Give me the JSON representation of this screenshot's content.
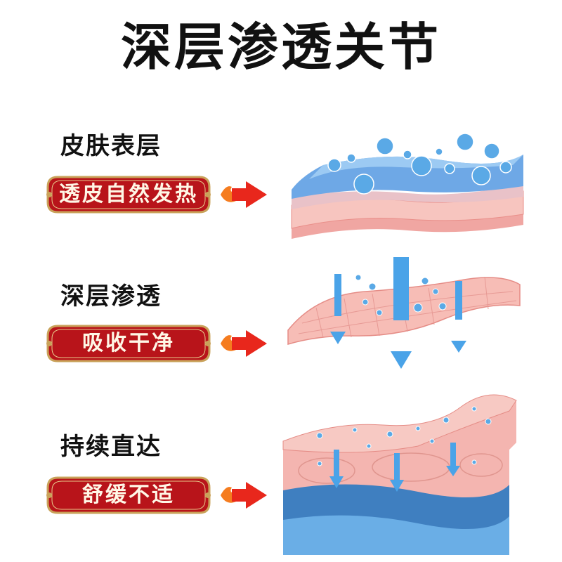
{
  "title": "深层渗透关节",
  "rows": [
    {
      "heading": "皮肤表层",
      "badge": "透皮自然发热"
    },
    {
      "heading": "深层渗透",
      "badge": "吸收干净"
    },
    {
      "heading": "持续直达",
      "badge": "舒缓不适"
    }
  ],
  "colors": {
    "badge_red": "#b8141a",
    "badge_border": "#c9a25a",
    "arrow_red": "#e8271c",
    "skin_pink": "#f4b5b0",
    "water_blue": "#5aa9e6",
    "deep_blue": "#2f6fb5"
  },
  "icons": [
    "flame-arrow-icon",
    "down-arrow-icon"
  ]
}
